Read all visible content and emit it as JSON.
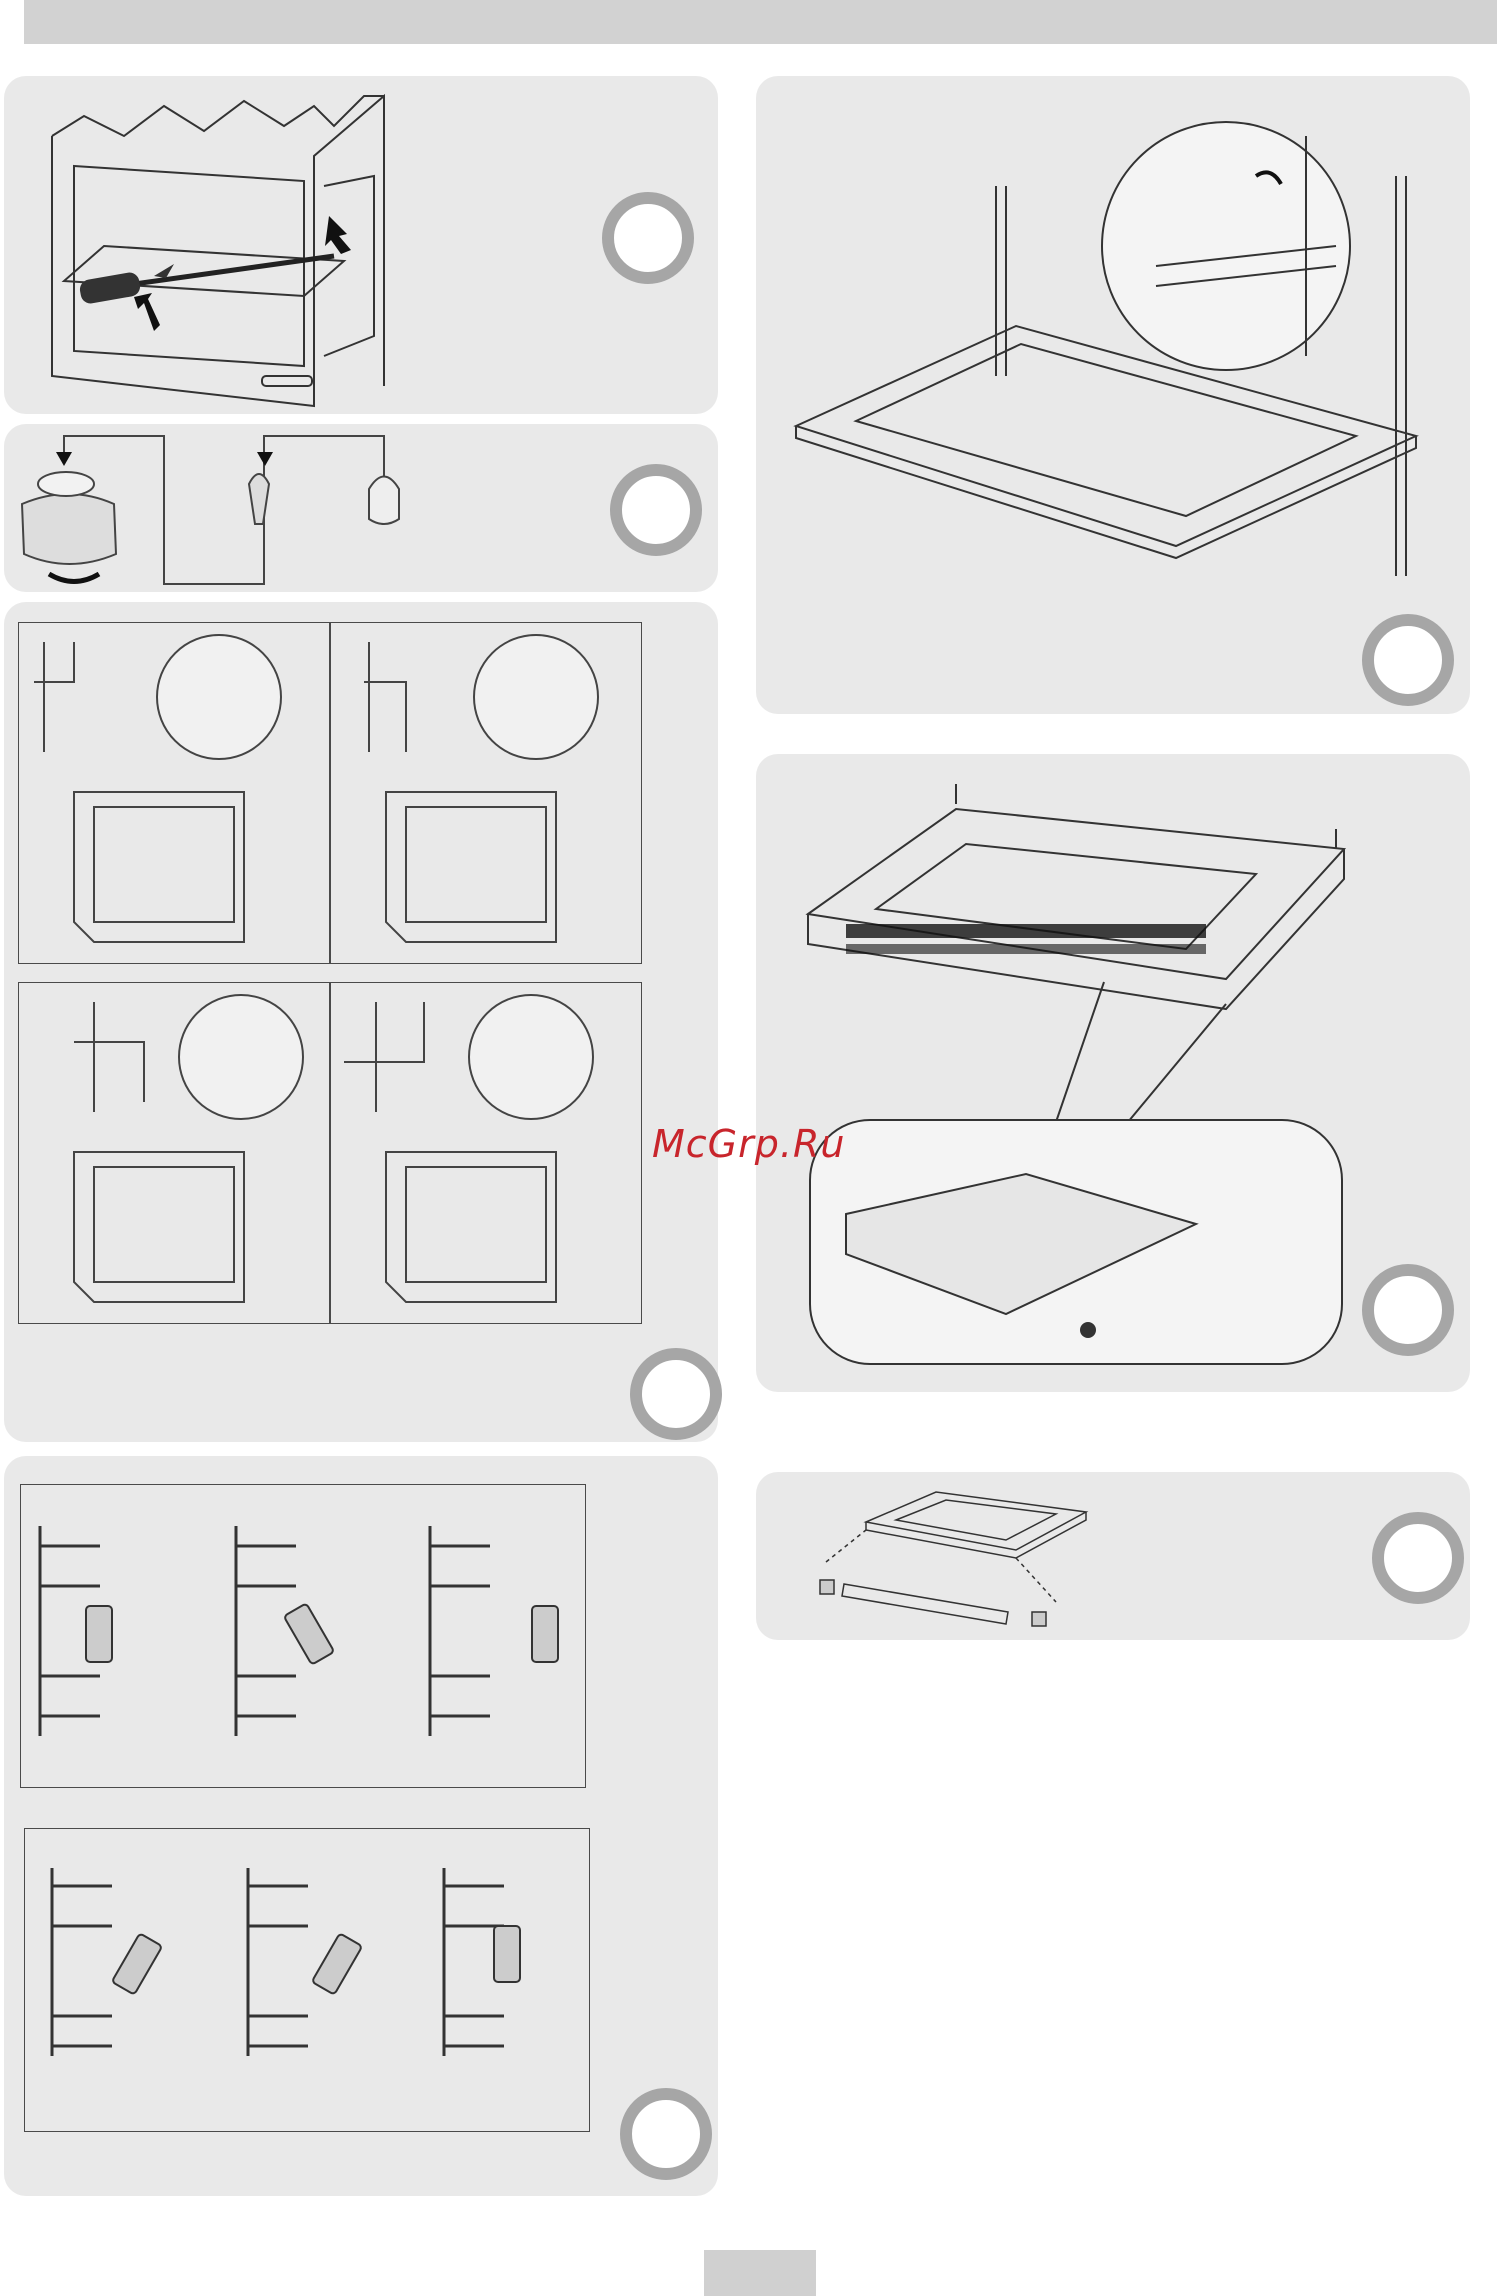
{
  "watermark": {
    "text": "McGrp.Ru"
  },
  "colors": {
    "panel": "#e9e9e9",
    "ring": "#a6a6a6",
    "header": "#d2d2d2",
    "watermark": "#c8252c"
  },
  "figures": [
    {
      "name": "remove-oven-light-cover",
      "icon": "screwdriver-icon"
    },
    {
      "name": "replace-oven-bulb",
      "icon": "bulb-icon"
    },
    {
      "name": "shelf-support-positions",
      "icon": "shelf-rail-icon"
    },
    {
      "name": "telescopic-runner-fitting",
      "icon": "runner-icon"
    },
    {
      "name": "oven-door-hinge",
      "icon": "hinge-icon"
    },
    {
      "name": "door-glass-removal",
      "icon": "screw-icon"
    },
    {
      "name": "door-exploded-view",
      "icon": "door-icon"
    }
  ]
}
